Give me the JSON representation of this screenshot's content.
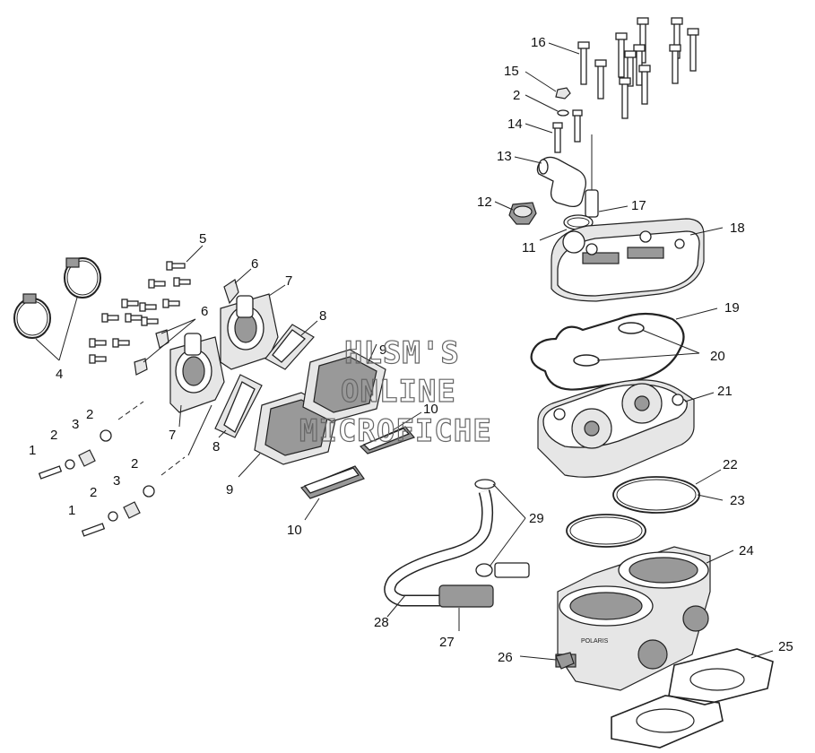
{
  "diagram": {
    "callouts": [
      {
        "id": "c16",
        "text": "16"
      },
      {
        "id": "c15",
        "text": "15"
      },
      {
        "id": "c2a",
        "text": "2"
      },
      {
        "id": "c14",
        "text": "14"
      },
      {
        "id": "c13",
        "text": "13"
      },
      {
        "id": "c12",
        "text": "12"
      },
      {
        "id": "c17",
        "text": "17"
      },
      {
        "id": "c11",
        "text": "11"
      },
      {
        "id": "c18",
        "text": "18"
      },
      {
        "id": "c5",
        "text": "5"
      },
      {
        "id": "c6a",
        "text": "6"
      },
      {
        "id": "c7a",
        "text": "7"
      },
      {
        "id": "c6b",
        "text": "6"
      },
      {
        "id": "c8a",
        "text": "8"
      },
      {
        "id": "c4",
        "text": "4"
      },
      {
        "id": "c19",
        "text": "19"
      },
      {
        "id": "c20",
        "text": "20"
      },
      {
        "id": "c9a",
        "text": "9"
      },
      {
        "id": "c21",
        "text": "21"
      },
      {
        "id": "c10a",
        "text": "10"
      },
      {
        "id": "c3a",
        "text": "3"
      },
      {
        "id": "c2b",
        "text": "2"
      },
      {
        "id": "c2c",
        "text": "2"
      },
      {
        "id": "c1a",
        "text": "1"
      },
      {
        "id": "c7b",
        "text": "7"
      },
      {
        "id": "c8b",
        "text": "8"
      },
      {
        "id": "c3b",
        "text": "3"
      },
      {
        "id": "c2d",
        "text": "2"
      },
      {
        "id": "c9b",
        "text": "9"
      },
      {
        "id": "c22",
        "text": "22"
      },
      {
        "id": "c2e",
        "text": "2"
      },
      {
        "id": "c23",
        "text": "23"
      },
      {
        "id": "c1b",
        "text": "1"
      },
      {
        "id": "c10b",
        "text": "10"
      },
      {
        "id": "c29",
        "text": "29"
      },
      {
        "id": "c24",
        "text": "24"
      },
      {
        "id": "c28",
        "text": "28"
      },
      {
        "id": "c27",
        "text": "27"
      },
      {
        "id": "c25",
        "text": "25"
      },
      {
        "id": "c26",
        "text": "26"
      }
    ],
    "watermark": [
      "HLSM'S",
      "ONLINE",
      "MICROFICHE"
    ],
    "cylinder_marking": "POLARIS"
  }
}
